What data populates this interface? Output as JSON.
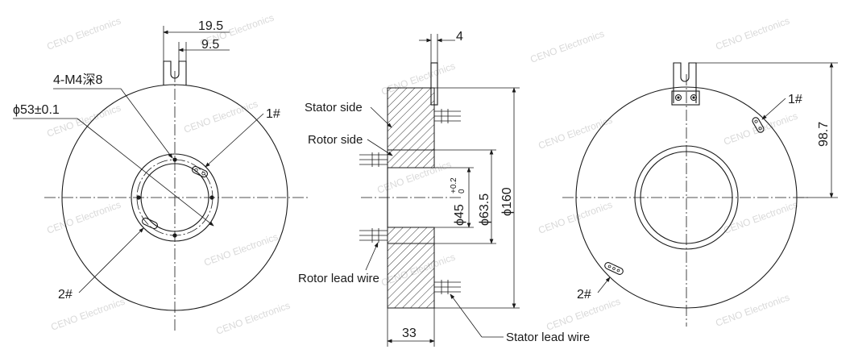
{
  "labels": {
    "stator_side": "Stator side",
    "rotor_side": "Rotor side",
    "rotor_lead_wire": "Rotor lead wire",
    "stator_lead_wire": "Stator lead wire",
    "left_pin1": "1#",
    "left_pin2": "2#",
    "right_pin1": "1#",
    "right_pin2": "2#",
    "mount_holes": "4-M4深8",
    "pcd": "ϕ53±0.1"
  },
  "dimensions": {
    "d19_5": "19.5",
    "d9_5": "9.5",
    "d4": "4",
    "d33": "33",
    "d98_7": "98.7",
    "d160": "ϕ160",
    "d63_5": "ϕ63.5",
    "d45": "ϕ45",
    "tol_plus": "+0.2",
    "tol_zero": "0"
  },
  "watermark": "CENO Electronics"
}
